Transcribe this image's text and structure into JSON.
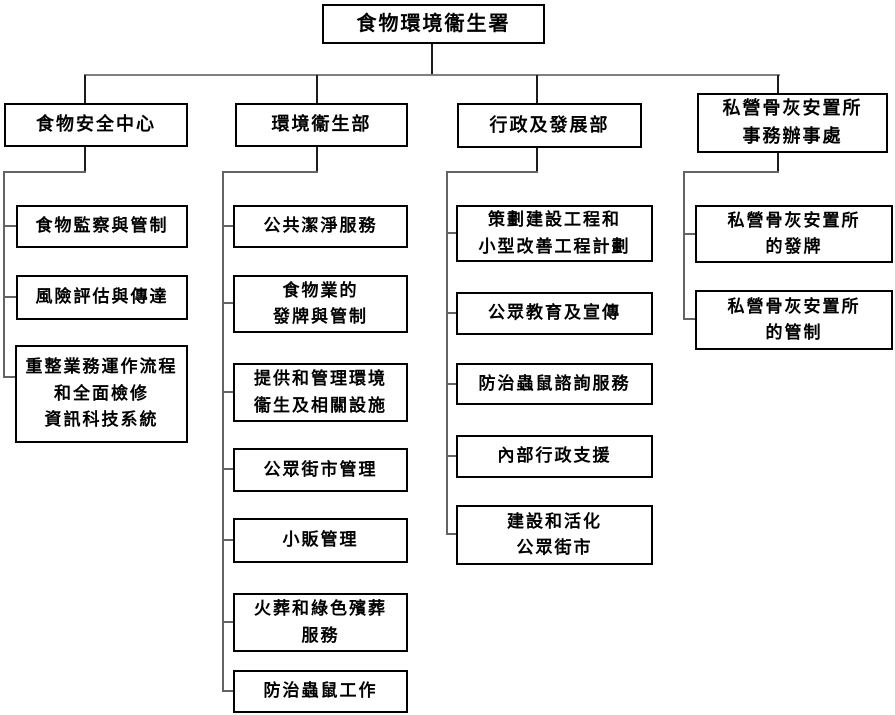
{
  "diagram": {
    "root": {
      "label": "食物環境衞生署"
    },
    "branches": [
      {
        "label": "食物安全中心",
        "children": [
          {
            "label": "食物監察與管制"
          },
          {
            "label": "風險評估與傳達"
          },
          {
            "label": "重整業務運作流程\n和全面檢修\n資訊科技系統"
          }
        ]
      },
      {
        "label": "環境衞生部",
        "children": [
          {
            "label": "公共潔淨服務"
          },
          {
            "label": "食物業的\n發牌與管制"
          },
          {
            "label": "提供和管理環境\n衞生及相關設施"
          },
          {
            "label": "公眾街市管理"
          },
          {
            "label": "小販管理"
          },
          {
            "label": "火葬和綠色殯葬\n服務"
          },
          {
            "label": "防治蟲鼠工作"
          }
        ]
      },
      {
        "label": "行政及發展部",
        "children": [
          {
            "label": "策劃建設工程和\n小型改善工程計劃"
          },
          {
            "label": "公眾教育及宣傳"
          },
          {
            "label": "防治蟲鼠諮詢服務"
          },
          {
            "label": "內部行政支援"
          },
          {
            "label": "建設和活化\n公眾街市"
          }
        ]
      },
      {
        "label": "私營骨灰安置所\n事務辦事處",
        "children": [
          {
            "label": "私營骨灰安置所\n的發牌"
          },
          {
            "label": "私營骨灰安置所\n的管制"
          }
        ]
      }
    ],
    "colors": {
      "background": "#ffffff",
      "box_border": "#000000",
      "text": "#000000",
      "main_line": "#808080",
      "connector": "#646464"
    }
  }
}
